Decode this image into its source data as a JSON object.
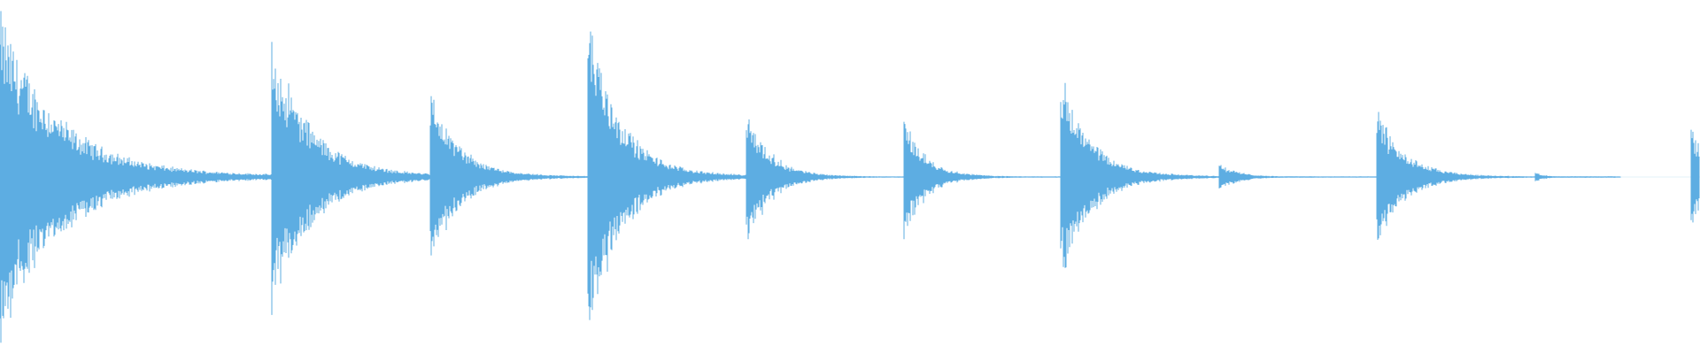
{
  "waveform": {
    "color": "#5dade2",
    "background": "#ffffff",
    "transients": [
      {
        "time": 0.0,
        "peak": 0.95,
        "decay": 0.3
      },
      {
        "time": 0.16,
        "peak": 0.8,
        "decay": 0.2
      },
      {
        "time": 0.253,
        "peak": 0.5,
        "decay": 0.15
      },
      {
        "time": 0.346,
        "peak": 1.0,
        "decay": 0.16
      },
      {
        "time": 0.439,
        "peak": 0.4,
        "decay": 0.12
      },
      {
        "time": 0.532,
        "peak": 0.35,
        "decay": 0.11
      },
      {
        "time": 0.624,
        "peak": 0.6,
        "decay": 0.15
      },
      {
        "time": 0.717,
        "peak": 0.08,
        "decay": 0.1
      },
      {
        "time": 0.81,
        "peak": 0.4,
        "decay": 0.14
      },
      {
        "time": 0.903,
        "peak": 0.03,
        "decay": 0.05
      },
      {
        "time": 0.995,
        "peak": 0.3,
        "decay": 0.08
      }
    ]
  }
}
